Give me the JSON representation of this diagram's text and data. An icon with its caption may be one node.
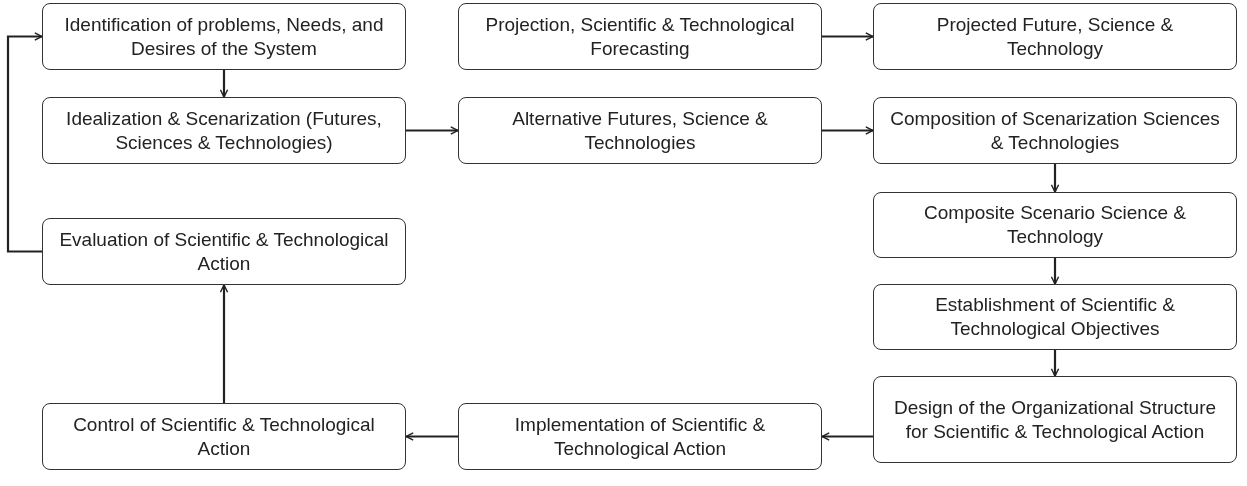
{
  "diagram": {
    "nodes": [
      {
        "text": [
          "Identification of problems, Needs, and Desires of the System"
        ]
      },
      {
        "text": [
          "Projection, Scientific & Technological Forecasting"
        ]
      },
      {
        "text": [
          "Projected Future, Science & Technology"
        ]
      },
      {
        "text": [
          "Idealization & Scenarization (Futures, Sciences & Technologies)"
        ]
      },
      {
        "text": [
          "Alternative Futures, Science & Technologies"
        ]
      },
      {
        "text": [
          "Composition of Scenarization Sciences & Technologies"
        ]
      },
      {
        "text": [
          "Evaluation of Scientific & Technological Action"
        ]
      },
      {
        "text": [
          "Composite Scenario Science & Technology"
        ]
      },
      {
        "text": [
          "Establishment of Scientific & Technological Objectives"
        ]
      },
      {
        "text": [
          "Control of Scientific & Technological Action"
        ]
      },
      {
        "text": [
          "Implementation of Scientific & Technological Action"
        ]
      },
      {
        "text": [
          "Design of the Organizational Structure for Scientific & Technological Action"
        ]
      }
    ],
    "edges": [
      {
        "from": 0,
        "to": 3,
        "arrow": "to"
      },
      {
        "from": 1,
        "to": 2,
        "arrow": "to"
      },
      {
        "from": 3,
        "to": 4,
        "arrow": "to"
      },
      {
        "from": 4,
        "to": 5,
        "arrow": "to"
      },
      {
        "from": 5,
        "to": 7,
        "arrow": "to"
      },
      {
        "from": 7,
        "to": 8,
        "arrow": "to"
      },
      {
        "from": 8,
        "to": 11,
        "arrow": "to"
      },
      {
        "from": 11,
        "to": 10,
        "arrow": "to"
      },
      {
        "from": 10,
        "to": 9,
        "arrow": "to"
      },
      {
        "from": 9,
        "to": 6,
        "arrow": "to"
      },
      {
        "from": 6,
        "to": 0,
        "arrow": "to"
      }
    ]
  }
}
